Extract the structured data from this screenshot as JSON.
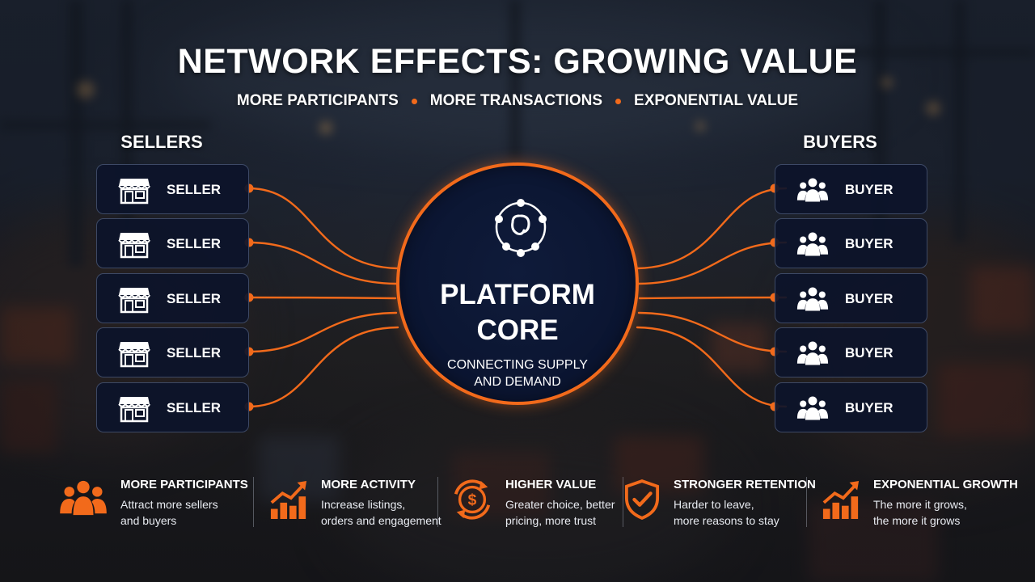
{
  "title": "NETWORK EFFECTS: GROWING VALUE",
  "subtitle": [
    "MORE PARTICIPANTS",
    "MORE TRANSACTIONS",
    "EXPONENTIAL VALUE"
  ],
  "sellers": {
    "heading": "SELLERS",
    "items": [
      "SELLER",
      "SELLER",
      "SELLER",
      "SELLER",
      "SELLER"
    ],
    "icon": "storefront-icon"
  },
  "buyers": {
    "heading": "BUYERS",
    "items": [
      "BUYER",
      "BUYER",
      "BUYER",
      "BUYER",
      "BUYER"
    ],
    "icon": "people-group-icon"
  },
  "core": {
    "title_line1": "PLATFORM",
    "title_line2": "CORE",
    "sub_line1": "CONNECTING SUPPLY",
    "sub_line2": "AND DEMAND",
    "icon": "network-hub-icon"
  },
  "benefits": [
    {
      "title": "MORE PARTICIPANTS",
      "desc_line1": "Attract more sellers",
      "desc_line2": "and buyers",
      "icon": "people-group-icon"
    },
    {
      "title": "MORE ACTIVITY",
      "desc_line1": "Increase listings,",
      "desc_line2": "orders and engagement",
      "icon": "growth-chart-icon"
    },
    {
      "title": "HIGHER VALUE",
      "desc_line1": "Greater choice, better",
      "desc_line2": "pricing, more trust",
      "icon": "dollar-cycle-icon"
    },
    {
      "title": "STRONGER RETENTION",
      "desc_line1": "Harder to leave,",
      "desc_line2": "more reasons to stay",
      "icon": "shield-check-icon"
    },
    {
      "title": "EXPONENTIAL GROWTH",
      "desc_line1": "The more it grows,",
      "desc_line2": "the more it grows",
      "icon": "growth-chart-icon"
    }
  ],
  "colors": {
    "accent": "#f26a1b",
    "card_bg": "#0c142a",
    "core_bg": "#0b1531",
    "text": "#ffffff"
  }
}
